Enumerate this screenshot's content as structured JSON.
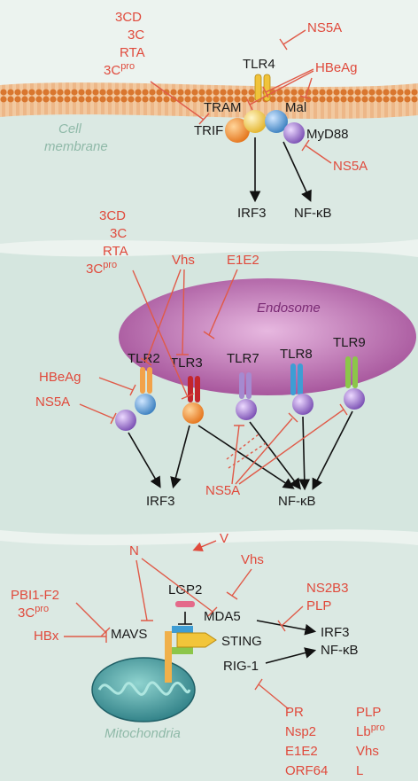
{
  "section1": {
    "membrane_label_1": "Cell",
    "membrane_label_2": "membrane",
    "tlr4": "TLR4",
    "tram": "TRAM",
    "mal": "Mal",
    "trif": "TRIF",
    "myd88": "MyD88",
    "irf3": "IRF3",
    "nfkb": "NF-κB",
    "inh_left": [
      "3CD",
      "3C",
      "RTA"
    ],
    "inh_left_3c_base": "3C",
    "inh_left_3c_sup": "pro",
    "inh_ns5a_top": "NS5A",
    "inh_hbeag": "HBeAg",
    "inh_ns5a_right": "NS5A"
  },
  "section2": {
    "endosome_label": "Endosome",
    "tlr2": "TLR2",
    "tlr3": "TLR3",
    "tlr7": "TLR7",
    "tlr8": "TLR8",
    "tlr9": "TLR9",
    "irf3": "IRF3",
    "nfkb": "NF-κB",
    "inh_left": [
      "3CD",
      "3C",
      "RTA"
    ],
    "inh_left_3c_base": "3C",
    "inh_left_3c_sup": "pro",
    "inh_vhs": "Vhs",
    "inh_e1e2": "E1E2",
    "inh_hbeag": "HBeAg",
    "inh_ns5a_left": "NS5A",
    "inh_ns5a_bottom": "NS5A"
  },
  "section3": {
    "mito_label": "Mitochondria",
    "lgp2": "LGP2",
    "mda5": "MDA5",
    "mavs": "MAVS",
    "sting": "STING",
    "rig1": "RIG-1",
    "irf3": "IRF3",
    "nfkb": "NF-κB",
    "inh_n": "N",
    "inh_v": "V",
    "inh_vhs": "Vhs",
    "inh_pbi": "PBI1-F2",
    "inh_3cpro_base": "3C",
    "inh_3cpro_sup": "pro",
    "inh_hbx": "HBx",
    "inh_ns2b3": "NS2B3",
    "inh_plp": "PLP",
    "bottom_col1": [
      "PR",
      "Nsp2",
      "E1E2",
      "ORF64"
    ],
    "bottom_col2_plp": "PLP",
    "bottom_col2_lb_base": "Lb",
    "bottom_col2_lb_sup": "pro",
    "bottom_col2_vhs": "Vhs",
    "bottom_col2_l": "L"
  },
  "colors": {
    "background": "#ecf3ef",
    "membrane": "#e89a58",
    "endosome": "#b368aa",
    "inhibitor": "#e04a3c",
    "mitochondria": "#3b8f93"
  }
}
